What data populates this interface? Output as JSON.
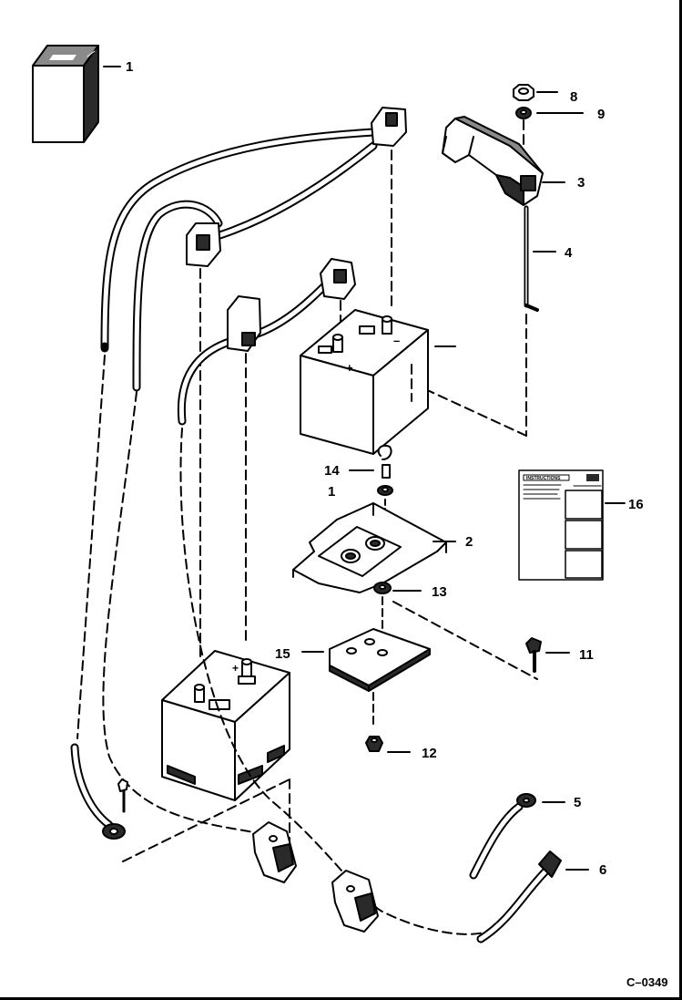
{
  "diagram": {
    "drawing_code": "C–0349",
    "callouts": [
      {
        "id": "c1",
        "label": "1"
      },
      {
        "id": "c8",
        "label": "8"
      },
      {
        "id": "c9",
        "label": "9"
      },
      {
        "id": "c3",
        "label": "3"
      },
      {
        "id": "c4",
        "label": "4"
      },
      {
        "id": "c14",
        "label": "14"
      },
      {
        "id": "c10",
        "label": "1"
      },
      {
        "id": "c16",
        "label": "16"
      },
      {
        "id": "c2",
        "label": "2"
      },
      {
        "id": "c13",
        "label": "13"
      },
      {
        "id": "c15",
        "label": "15"
      },
      {
        "id": "c11",
        "label": "11"
      },
      {
        "id": "c12",
        "label": "12"
      },
      {
        "id": "c5",
        "label": "5"
      },
      {
        "id": "c6",
        "label": "6"
      }
    ],
    "battery_terminal_marks": [
      "+",
      "–"
    ],
    "decal_heading": "INSTRUCTIONS",
    "colors": {
      "ink": "#000000",
      "paper": "#ffffff",
      "fill_dark": "#2a2a2a",
      "fill_mid": "#8a8a8a"
    }
  }
}
